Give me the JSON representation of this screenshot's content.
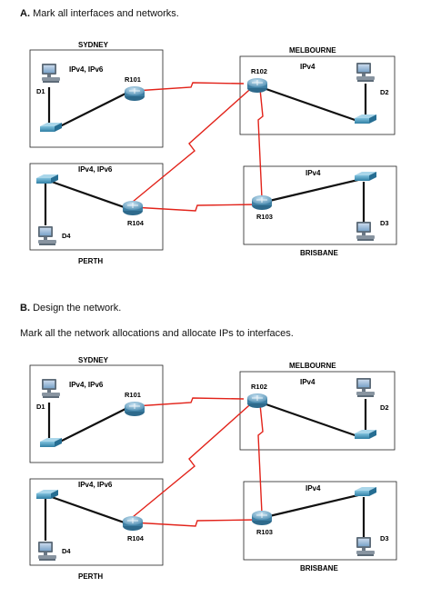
{
  "sections": {
    "a_heading": "A.  Mark all interfaces and networks.",
    "b_heading": "B.  Design the network.",
    "b_instruction": "Mark all the network allocations and allocate IPs to interfaces."
  },
  "diagram": {
    "sites": {
      "sydney": "SYDNEY",
      "melbourne": "MELBOURNE",
      "perth": "PERTH",
      "brisbane": "BRISBANE"
    },
    "protocols": {
      "sydney": "IPv4, IPv6",
      "melbourne": "IPv4",
      "perth": "IPv4, IPv6",
      "brisbane": "IPv4"
    },
    "routers": {
      "r101": "R101",
      "r102": "R102",
      "r103": "R103",
      "r104": "R104"
    },
    "hosts": {
      "d1": "D1",
      "d2": "D2",
      "d3": "D3",
      "d4": "D4"
    },
    "colors": {
      "wan_link": "#e2231a",
      "lan_link": "#111111",
      "switch": "#3f8fb5",
      "router": "#4d8db1"
    }
  }
}
